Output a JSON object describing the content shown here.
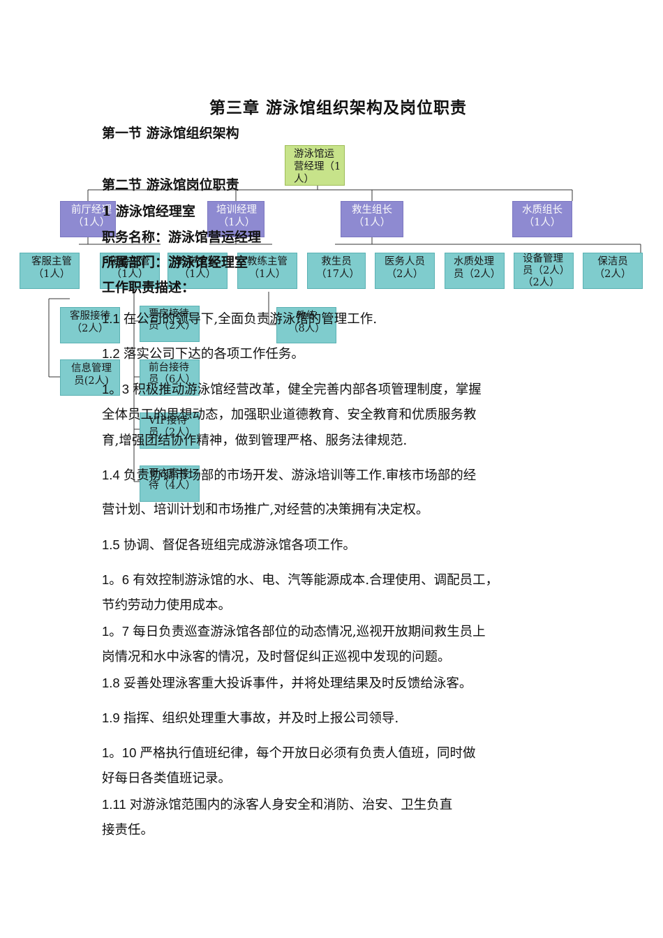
{
  "doc": {
    "chapter_title": "第三章  游泳馆组织架构及岗位职责",
    "section1_title": "第一节  游泳馆组织架构",
    "section2_title": "第二节  游泳馆岗位职责",
    "sub1_title": "1  游泳馆经理室",
    "job_name": "职务名称：游泳馆营运经理",
    "department": "所属部门：游泳馆经理室",
    "duties_title": "工作职责描述：",
    "duties": [
      {
        "num": "1.1",
        "lines": [
          "在公司的领导下,全面负责游泳馆的管理工作."
        ]
      },
      {
        "num": "1.2",
        "lines": [
          "落实公司下达的各项工作任务。"
        ]
      },
      {
        "num": "1。3",
        "lines": [
          "积极推动游泳馆经营改革，健全完善内部各项管理制度，掌握",
          "全体员工的思想动态，加强职业道德教育、安全教育和优质服务教",
          "育,增强团结协作精神，做到管理严格、服务法律规范."
        ]
      },
      {
        "num": "1.4",
        "lines": [
          "负责协调市场部的市场开发、游泳培训等工作.审核市场部的经",
          "营计划、培训计划和市场推广,对经营的决策拥有决定权。"
        ]
      },
      {
        "num": "1.5",
        "lines": [
          "协调、督促各班组完成游泳馆各项工作。"
        ]
      },
      {
        "num": "1。6",
        "lines": [
          "有效控制游泳馆的水、电、汽等能源成本.合理使用、调配员工，",
          "节约劳动力使用成本。"
        ]
      },
      {
        "num": "1。7",
        "lines": [
          "每日负责巡查游泳馆各部位的动态情况,巡视开放期间救生员上",
          "岗情况和水中泳客的情况，及时督促纠正巡视中发现的问题。"
        ]
      },
      {
        "num": "1.8",
        "lines": [
          "妥善处理泳客重大投诉事件，并将处理结果及时反馈给泳客。"
        ]
      },
      {
        "num": "1.9",
        "lines": [
          "指挥、组织处理重大事故，并及时上报公司领导."
        ]
      },
      {
        "num": "1。10",
        "lines": [
          "严格执行值班纪律，每个开放日必须有负责人值班，同时做",
          "好每日各类值班记录。"
        ]
      },
      {
        "num": "1.11",
        "lines": [
          "对游泳馆范围内的泳客人身安全和消防、治安、卫生负直",
          "接责任。"
        ]
      }
    ]
  },
  "org": {
    "top": "游泳馆运营经理（1人）",
    "level2": [
      "前厅经理（1人）",
      "培训经理（1人）",
      "救生组长（1人）",
      "水质组长（1人）"
    ],
    "level3": [
      "客服主管（1人）",
      "接待主管（1人）",
      "教学主管（1人）",
      "教练主管（1人）",
      "救生员（17人）",
      "医务人员（2人）",
      "水质处理员（2人）",
      "设备管理员（2人）（2人）",
      "保洁员（2人）"
    ],
    "level4": [
      "客服接待（2人）",
      "信息管理员(2人)",
      "票房接待员（2人）",
      "前台接待员（6人）",
      "VIP接待员（2人）",
      "更衣室接待（4人）",
      "教练（8人）"
    ]
  },
  "colors": {
    "purple": "#8e8ad1",
    "teal": "#7fcccd",
    "green": "#c7e38a"
  }
}
